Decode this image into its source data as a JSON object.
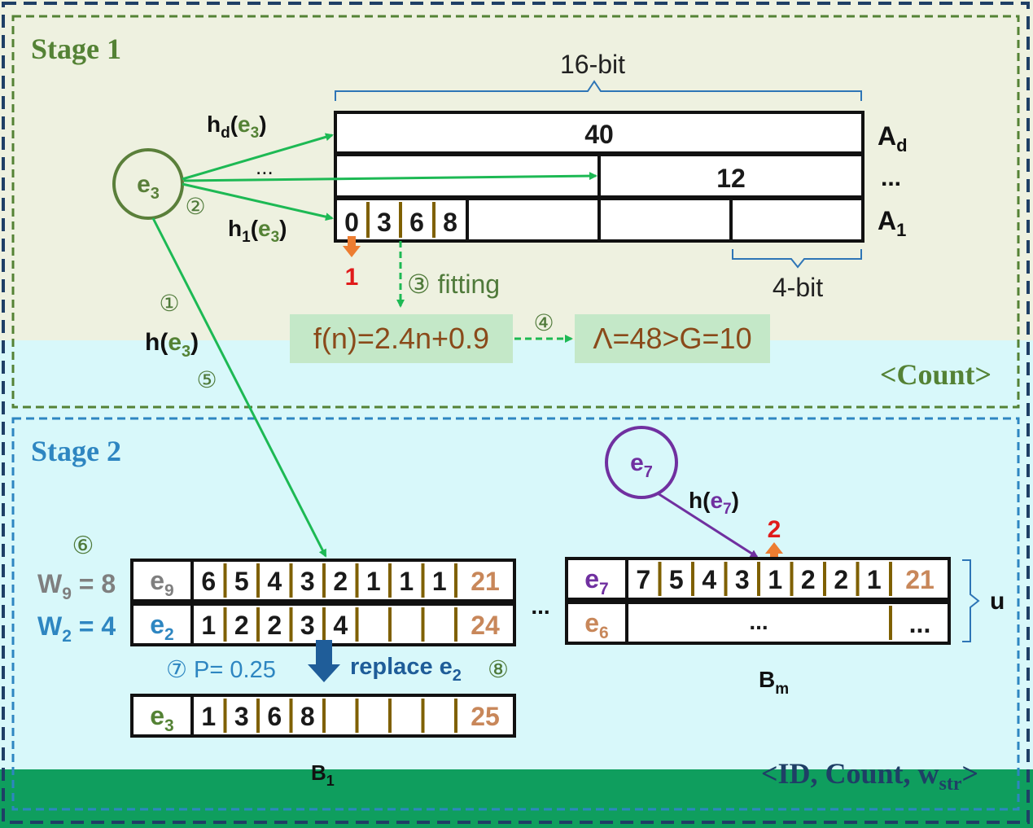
{
  "stage1": {
    "title": "Stage 1",
    "footer": "<Count>",
    "element": "e3",
    "hd_label": "hd(e3)",
    "dots": "...",
    "h1_label": "h1(e3)",
    "step2": "②",
    "width_label": "16-bit",
    "sub_width_label": "4-bit",
    "rows": [
      {
        "name": "Ad",
        "value": "40"
      },
      {
        "name": "...",
        "value": "12"
      },
      {
        "name": "A1",
        "counters": [
          "0",
          "3",
          "6",
          "8"
        ]
      }
    ],
    "increment": "1",
    "step3": "③ fitting",
    "fit_formula": "f(n)=2.4n+0.9",
    "step4": "④",
    "threshold": "Λ=48>G=10",
    "step1": "①",
    "h_label": "h(e3)",
    "step5": "⑤"
  },
  "stage2": {
    "title": "Stage 2",
    "footer": "<ID, Count, wstr>",
    "step6": "⑥",
    "w9": "W9 = 8",
    "w2": "W2 = 4",
    "bucket1": {
      "rows": [
        {
          "id": "e9",
          "cells": [
            "6",
            "5",
            "4",
            "3",
            "2",
            "1",
            "1",
            "1"
          ],
          "count": "21"
        },
        {
          "id": "e2",
          "cells": [
            "1",
            "2",
            "2",
            "3",
            "4",
            "",
            "",
            ""
          ],
          "count": "24"
        }
      ],
      "new_row": {
        "id": "e3",
        "cells": [
          "1",
          "3",
          "6",
          "8",
          "",
          "",
          "",
          ""
        ],
        "count": "25"
      },
      "label": "B1"
    },
    "step7": "⑦  P= 0.25",
    "replace": "replace e2",
    "step8": "⑧",
    "between_dots": "...",
    "e7_circle": "e7",
    "h_e7": "h(e7)",
    "increment": "2",
    "bucketm": {
      "rows": [
        {
          "id": "e7",
          "cells": [
            "7",
            "5",
            "4",
            "3",
            "1",
            "2",
            "2",
            "1"
          ],
          "count": "21"
        },
        {
          "id": "e6",
          "middle": "...",
          "count": "..."
        }
      ],
      "label": "Bm",
      "u": "u"
    }
  },
  "colors": {
    "stage1_bg": "#eef1e0",
    "stage2_bg": "#d8f8fa",
    "stage1_text": "#4f7a3a",
    "stage2_text": "#2e86c1",
    "arrow_green": "#1db954",
    "purple": "#7030a0",
    "orange_count": "#c8875a",
    "red": "#e01b1b",
    "dark_blue": "#1f5d99"
  }
}
